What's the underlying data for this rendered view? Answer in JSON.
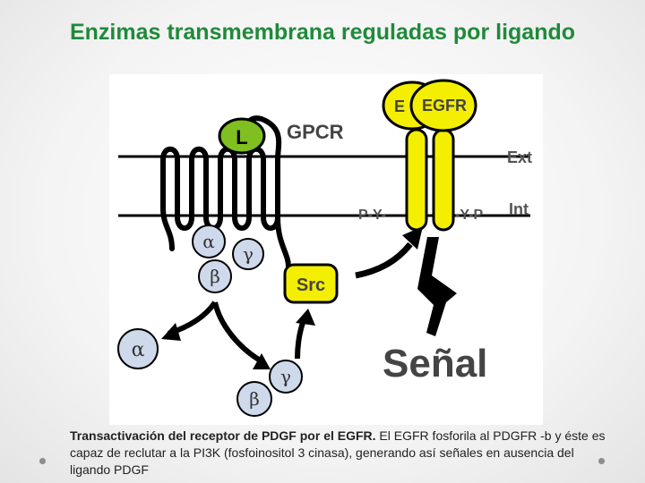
{
  "slide": {
    "title": "Enzimas transmembrana reguladas por ligando",
    "caption_bold": "Transactivación del receptor de PDGF por el EGFR.",
    "caption_text": " El EGFR fosforila al PDGFR -b y éste es capaz de reclutar a la PI3K (fosfoinositol 3 cinasa), generando así señales en ausencia del ligando PDGF"
  },
  "diagram": {
    "ligand_label": "L",
    "gpcr_label": "GPCR",
    "egfr_back_label": "E",
    "egfr_front_label": "EGFR",
    "ext_label": "Ext",
    "int_label": "Int",
    "py_left": "P-Y-",
    "py_right": "-Y-P",
    "src_label": "Src",
    "signal_label": "Señal",
    "g_alpha": "α",
    "g_beta": "β",
    "g_gamma": "γ"
  },
  "colors": {
    "title_green": "#1f8a3a",
    "ligand_green": "#7fbf1f",
    "receptor_yellow": "#f4ee00",
    "subunit_blue": "#cfd9ec",
    "outline_black": "#000000"
  }
}
